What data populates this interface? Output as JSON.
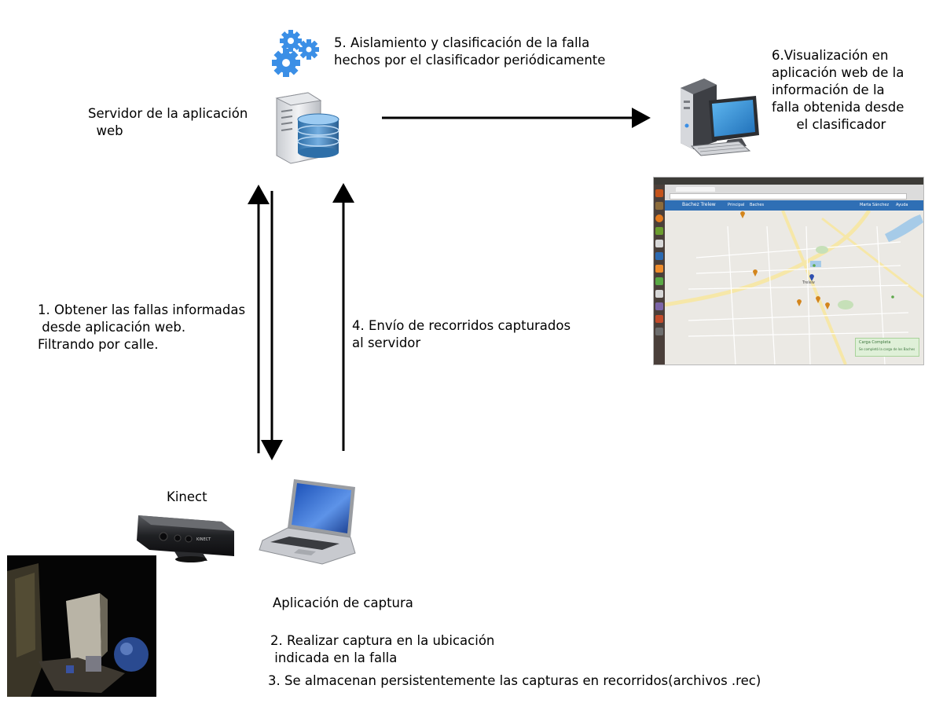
{
  "labels": {
    "server": "Servidor de la aplicación\n  web",
    "step5": "5. Aislamiento y clasificación de la falla\nhechos por el clasificador periódicamente",
    "step6": "6.Visualización en\naplicación web de la\ninformación de la\nfalla obtenida desde\n      el clasificador",
    "step1": "1. Obtener las fallas informadas\n desde aplicación web.\nFiltrando por calle.",
    "step4": "4. Envío de recorridos capturados\nal servidor",
    "kinect": "Kinect",
    "capture_app": "Aplicación de captura",
    "step2": "2. Realizar captura en la ubicación\n indicada en la falla",
    "step3": "3. Se almacenan persistentemente las capturas en recorridos(archivos .rec)"
  },
  "web_app_screenshot": {
    "brand": "Bachez Trelew",
    "menu_items": [
      "Principal",
      "Baches"
    ],
    "user_menu": [
      "Marta Sánchez",
      "Ayuda"
    ],
    "map_city_label": "Trelew",
    "notice_title": "Carga Completa",
    "notice_text": "Se completó la carga de los Baches"
  },
  "kinect_device_label": "KINECT",
  "colors": {
    "gear_blue": "#3b8fe6",
    "navbar_blue": "#2f6fb5",
    "arrow": "#000000"
  },
  "icons": [
    "gears-icon",
    "server-database-icon",
    "desktop-computer-icon",
    "kinect-sensor-icon",
    "laptop-icon"
  ]
}
